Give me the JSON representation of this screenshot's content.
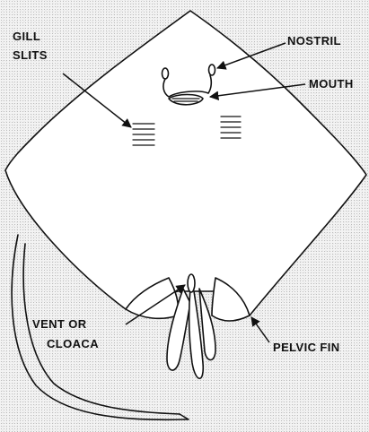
{
  "labels": {
    "gill_slits_line1": "GILL",
    "gill_slits_line2": "SLITS",
    "nostril": "NOSTRIL",
    "mouth": "MOUTH",
    "vent_line1": "VENT OR",
    "vent_line2": "CLOACA",
    "pelvic_fin": "PELVIC FIN"
  },
  "colors": {
    "ink": "#111111",
    "background": "#f3f3f3"
  }
}
